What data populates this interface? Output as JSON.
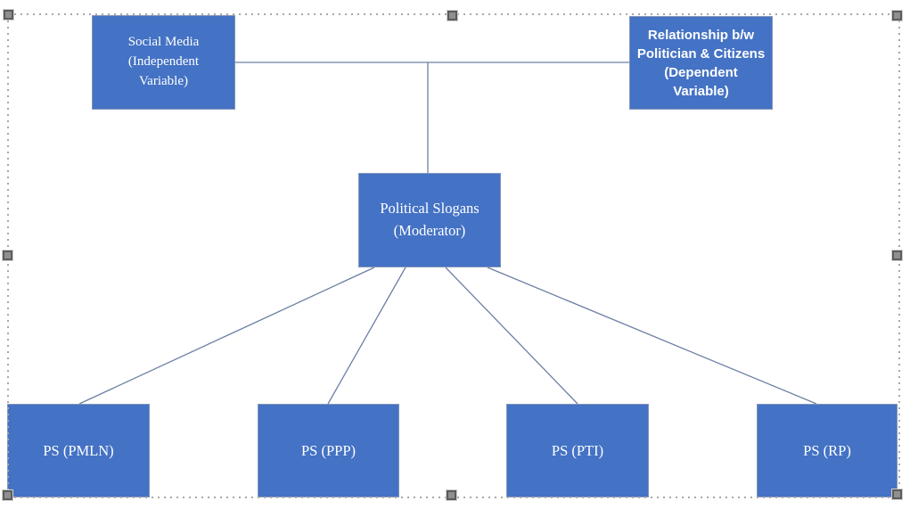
{
  "diagram": {
    "title": "Conceptual framework diagram (selected object)",
    "colors": {
      "node_fill": "#4472C4",
      "node_border": "#8494b8",
      "connector": "#6d7fa3",
      "node_text": "#ffffff",
      "selection_frame": "#a8a8a8",
      "handle_fill": "#8f8f8f"
    },
    "nodes": {
      "social_media": {
        "label": "Social Media (Independent Variable)",
        "lines": [
          "Social Media",
          "(Independent",
          "Variable)"
        ]
      },
      "relationship": {
        "label": "Relationship b/w Politician & Citizens (Dependent Variable)",
        "lines": [
          "Relationship b/w",
          "Politician & Citizens",
          "(Dependent",
          "Variable)"
        ]
      },
      "moderator": {
        "label": "Political Slogans (Moderator)",
        "lines": [
          "Political Slogans",
          "(Moderator)"
        ]
      },
      "ps_pmln": {
        "label": "PS (PMLN)"
      },
      "ps_ppp": {
        "label": "PS (PPP)"
      },
      "ps_pti": {
        "label": "PS (PTI)"
      },
      "ps_rp": {
        "label": "PS (RP)"
      }
    },
    "edges": [
      {
        "from": "social_media",
        "to": "relationship"
      },
      {
        "from": "social_media-relationship-link",
        "to": "moderator"
      },
      {
        "from": "moderator",
        "to": "ps_pmln"
      },
      {
        "from": "moderator",
        "to": "ps_ppp"
      },
      {
        "from": "moderator",
        "to": "ps_pti"
      },
      {
        "from": "moderator",
        "to": "ps_rp"
      }
    ]
  }
}
